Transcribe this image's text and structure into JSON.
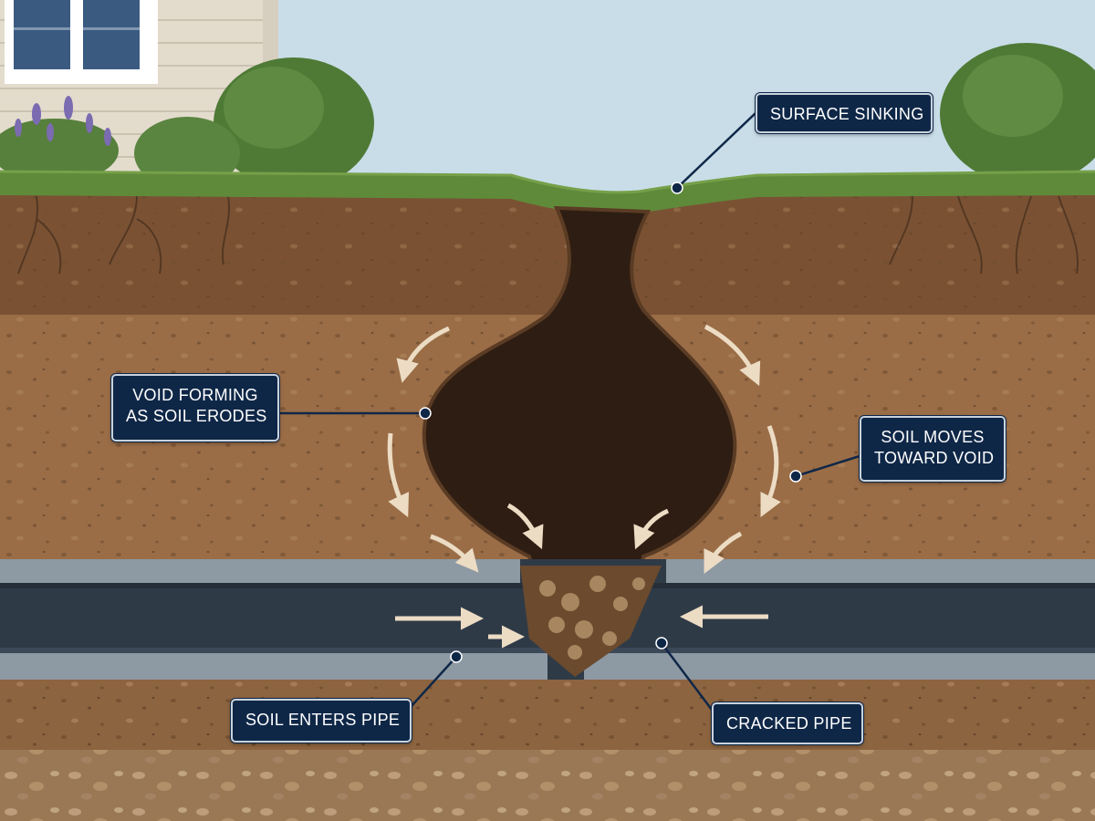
{
  "labels": {
    "surface_sinking": "SURFACE SINKING",
    "void_forming": [
      "VOID FORMING",
      "AS SOIL ERODES"
    ],
    "soil_moves": [
      "SOIL MOVES",
      "TOWARD VOID"
    ],
    "soil_enters_pipe": "SOIL ENTERS PIPE",
    "cracked_pipe": "CRACKED PIPE"
  },
  "colors": {
    "sky": "#c9dde8",
    "grass": "#5f8a3a",
    "topsoil": "#7a5233",
    "subsoil": "#9a6d47",
    "void": "#2e1d12",
    "pipe_wall": "#8d99a3",
    "pipe_interior": "#2f3a47",
    "callout_bg": "#0f2747",
    "arrow": "#ecdcc4"
  }
}
